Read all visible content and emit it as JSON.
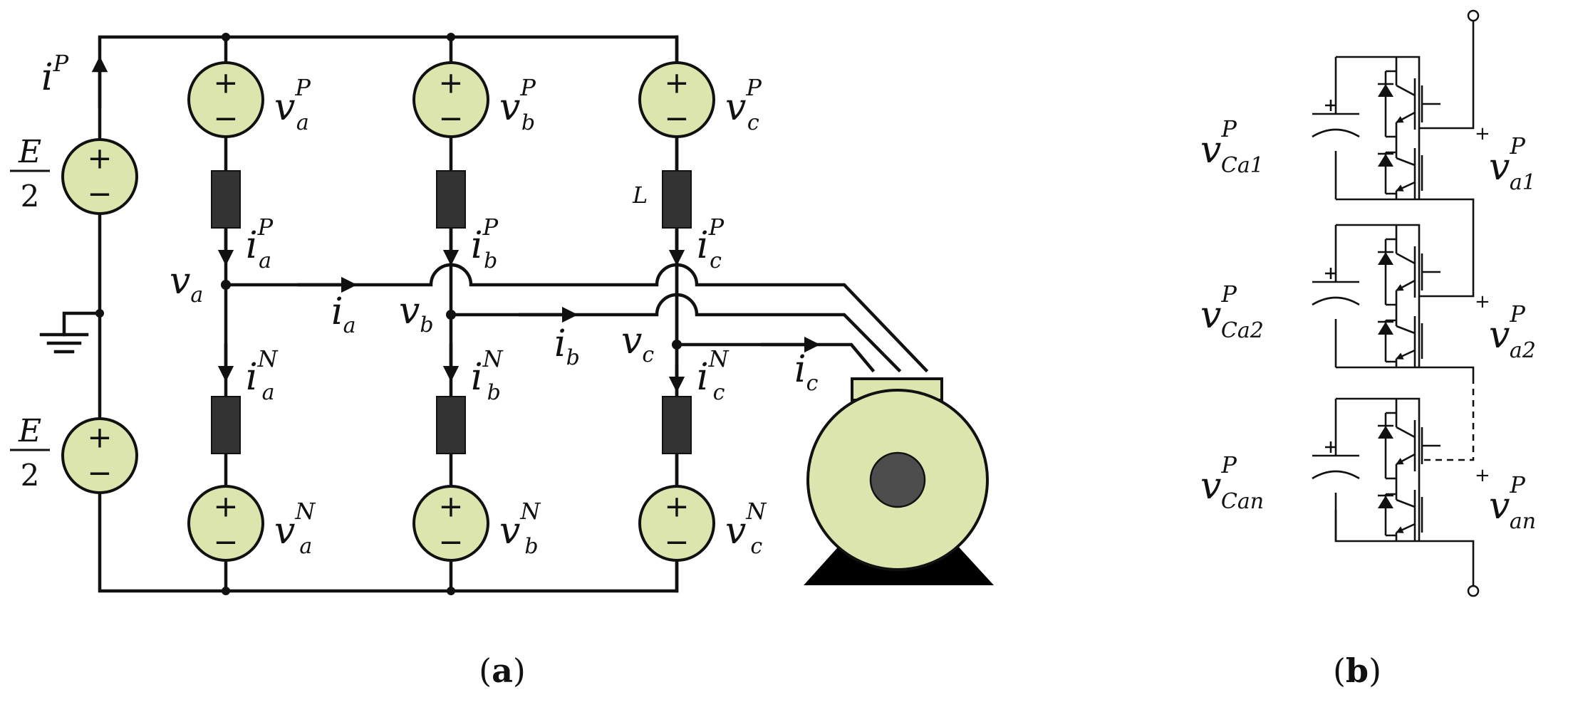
{
  "figure": {
    "caption_a": "a",
    "caption_b": "b"
  },
  "panel_a": {
    "dc_link_current": {
      "base": "i",
      "sup": "P"
    },
    "dc_sources": [
      {
        "num": "E",
        "den": "2"
      },
      {
        "num": "E",
        "den": "2"
      }
    ],
    "source_symbols": {
      "plus": "+",
      "minus": "−"
    },
    "inductor_label": "L",
    "phases": [
      {
        "upper_source": {
          "base": "v",
          "sub": "a",
          "sup": "P"
        },
        "lower_source": {
          "base": "v",
          "sub": "a",
          "sup": "N"
        },
        "upper_current": {
          "base": "i",
          "sub": "a",
          "sup": "P"
        },
        "lower_current": {
          "base": "i",
          "sub": "a",
          "sup": "N"
        },
        "node_voltage": {
          "base": "v",
          "sub": "a"
        },
        "output_current": {
          "base": "i",
          "sub": "a"
        }
      },
      {
        "upper_source": {
          "base": "v",
          "sub": "b",
          "sup": "P"
        },
        "lower_source": {
          "base": "v",
          "sub": "b",
          "sup": "N"
        },
        "upper_current": {
          "base": "i",
          "sub": "b",
          "sup": "P"
        },
        "lower_current": {
          "base": "i",
          "sub": "b",
          "sup": "N"
        },
        "node_voltage": {
          "base": "v",
          "sub": "b"
        },
        "output_current": {
          "base": "i",
          "sub": "b"
        }
      },
      {
        "upper_source": {
          "base": "v",
          "sub": "c",
          "sup": "P"
        },
        "lower_source": {
          "base": "v",
          "sub": "c",
          "sup": "N"
        },
        "upper_current": {
          "base": "i",
          "sub": "c",
          "sup": "P"
        },
        "lower_current": {
          "base": "i",
          "sub": "c",
          "sup": "N"
        },
        "node_voltage": {
          "base": "v",
          "sub": "c"
        },
        "output_current": {
          "base": "i",
          "sub": "c"
        }
      }
    ]
  },
  "panel_b": {
    "plus": "+",
    "modules": [
      {
        "cap_voltage": {
          "base": "v",
          "sub": "Ca1",
          "sup": "P"
        },
        "out_voltage": {
          "base": "v",
          "sub": "a1",
          "sup": "P"
        }
      },
      {
        "cap_voltage": {
          "base": "v",
          "sub": "Ca2",
          "sup": "P"
        },
        "out_voltage": {
          "base": "v",
          "sub": "a2",
          "sup": "P"
        }
      },
      {
        "cap_voltage": {
          "base": "v",
          "sub": "Can",
          "sup": "P"
        },
        "out_voltage": {
          "base": "v",
          "sub": "an",
          "sup": "P"
        }
      }
    ]
  }
}
